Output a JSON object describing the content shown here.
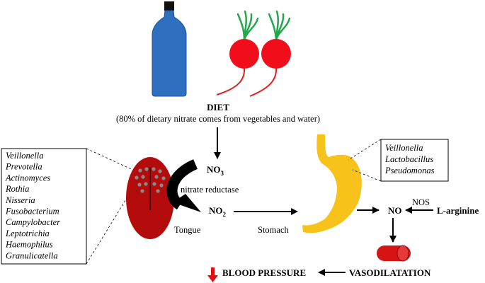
{
  "diet": {
    "title": "DIET",
    "subtitle": "(80% of dietary nitrate comes from vegetables and water)"
  },
  "tongue": {
    "label": "Tongue",
    "bacteria": [
      "Veillonella",
      "Prevotella",
      "Actinomyces",
      "Rothia",
      "Nisseria",
      "Fusobacterium",
      "Campylobacter",
      "Leptotrichia",
      "Haemophilus",
      "Granulicatella"
    ]
  },
  "stomach": {
    "label": "Stomach",
    "bacteria": [
      "Veillonella",
      "Lactobacillus",
      "Pseudomonas"
    ]
  },
  "chem": {
    "no3": "NO",
    "no3_sub": "3",
    "no2": "NO",
    "no2_sub": "2",
    "enzyme": "nitrate reductase",
    "no": "NO",
    "nos": "NOS",
    "larginine": "L-arginine"
  },
  "outcome": {
    "vasodilatation": "VASODILATATION",
    "blood_pressure": "BLOOD PRESSURE"
  },
  "colors": {
    "bottle": "#2e6fc0",
    "bottle_cap": "#111111",
    "beet": "#f20d1a",
    "beet_leaf": "#22a84a",
    "root": "#e02020",
    "tongue": "#b40c0c",
    "stomach": "#f7c21a",
    "vessel": "#d61414",
    "down_arrow": "#e01010"
  }
}
